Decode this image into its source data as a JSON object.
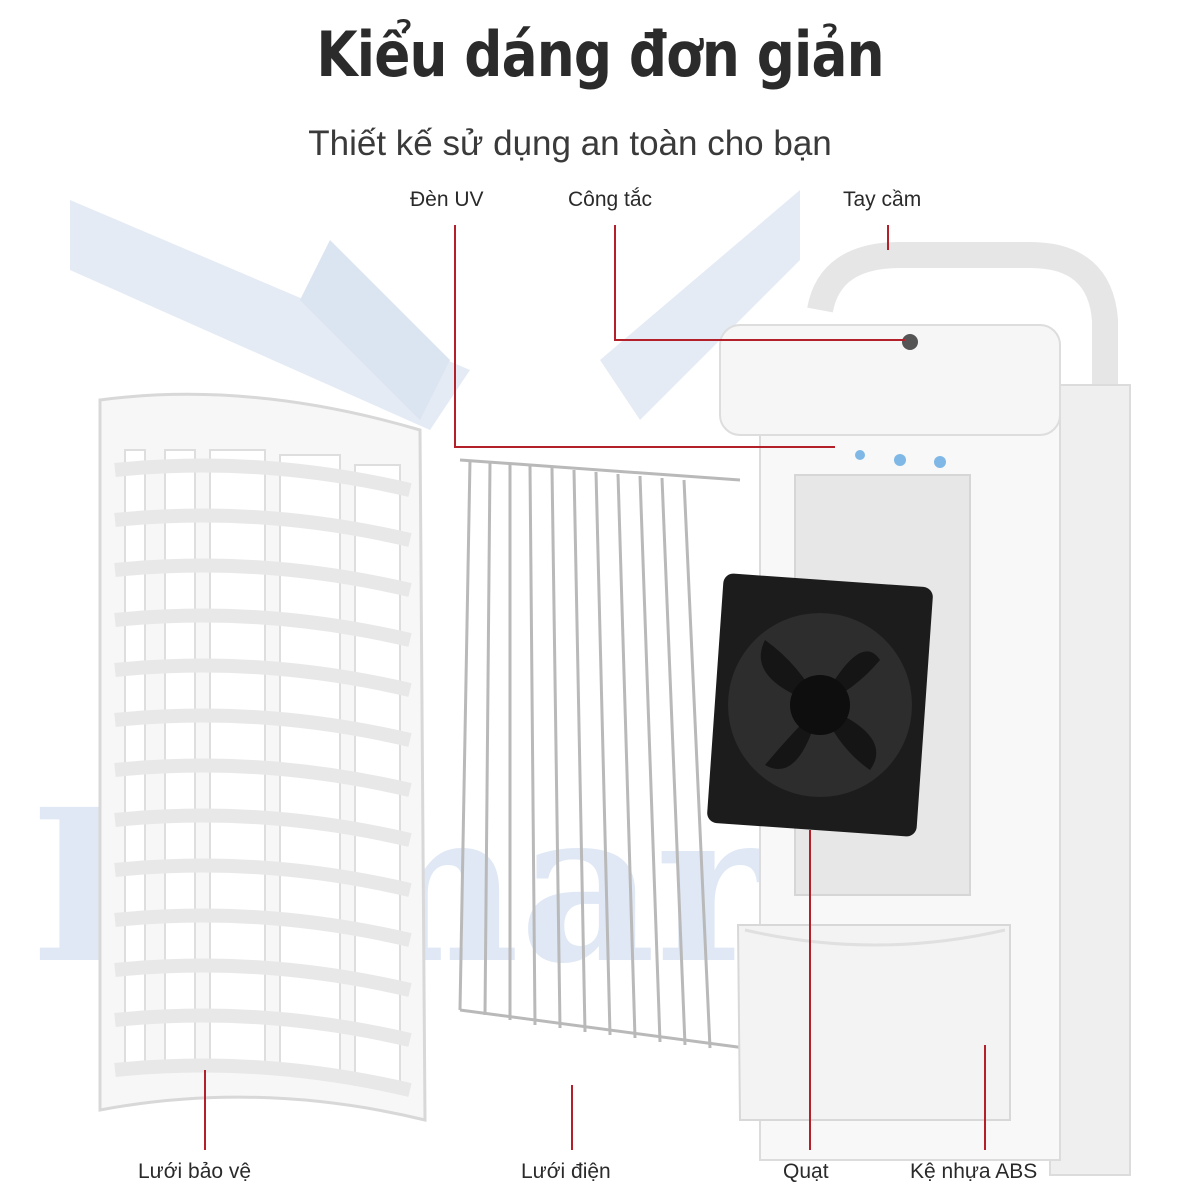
{
  "heading": {
    "title": "Kiểu dáng đơn giản",
    "subtitle": "Thiết kế sử dụng an toàn cho bạn"
  },
  "callouts": {
    "uv_lamp": "Đèn UV",
    "switch": "Công tắc",
    "handle": "Tay cầm",
    "protective_grille": "Lưới bảo vệ",
    "electric_grid": "Lưới điện",
    "fan": "Quạt",
    "abs_tray": "Kệ nhựa ABS"
  },
  "watermark": {
    "text": "Fsmart"
  },
  "colors": {
    "leader_line": "#b3202a",
    "product_white": "#f4f4f4",
    "fan_black": "#1c1c1c",
    "watermark_blue": "#c8d6ea"
  }
}
